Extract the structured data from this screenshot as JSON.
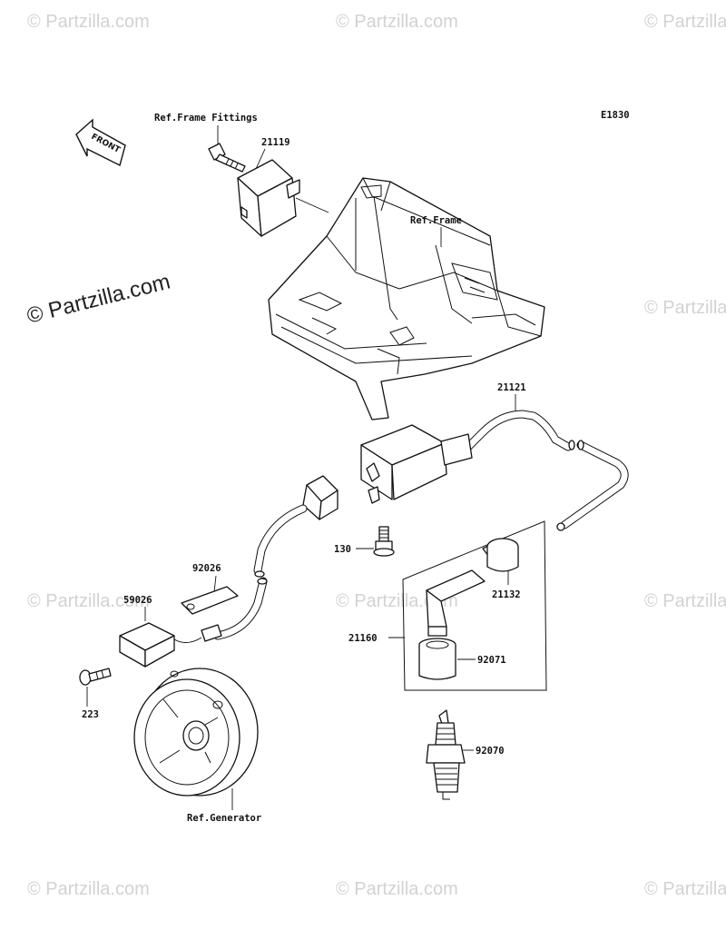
{
  "diagram_code": "E1830",
  "front_arrow": "FRONT",
  "watermark": "© Partzilla.com",
  "labels": {
    "ref_frame_fittings": "Ref.Frame Fittings",
    "ref_frame": "Ref.Frame",
    "ref_generator": "Ref.Generator",
    "p21119": "21119",
    "p21121": "21121",
    "p130": "130",
    "p92026": "92026",
    "p59026": "59026",
    "p223": "223",
    "p21132": "21132",
    "p21160": "21160",
    "p92071": "92071",
    "p92070": "92070"
  }
}
